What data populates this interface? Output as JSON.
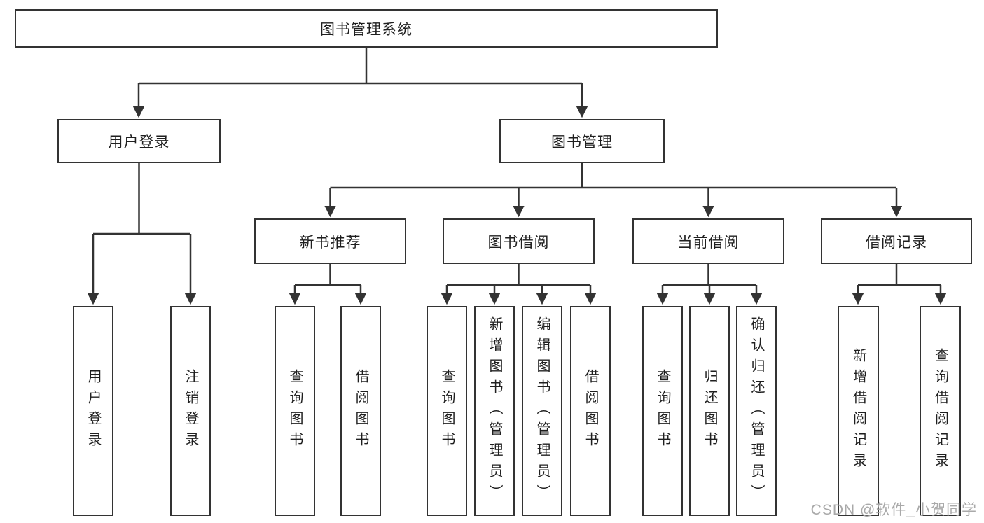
{
  "diagram": {
    "root": {
      "label": "图书管理系统"
    },
    "level2": [
      {
        "label": "用户登录"
      },
      {
        "label": "图书管理"
      }
    ],
    "level3": [
      {
        "label": "新书推荐"
      },
      {
        "label": "图书借阅"
      },
      {
        "label": "当前借阅"
      },
      {
        "label": "借阅记录"
      }
    ],
    "leaves": {
      "user_login": [
        "用户登录",
        "注销登录"
      ],
      "new_book": [
        "查询图书",
        "借阅图书"
      ],
      "book_borrow": [
        "查询图书",
        "新增图书（管理员）",
        "编辑图书（管理员）",
        "借阅图书"
      ],
      "current_borrow": [
        "查询图书",
        "归还图书",
        "确认归还（管理员）"
      ],
      "borrow_record": [
        "新增借阅记录",
        "查询借阅记录"
      ]
    },
    "colors": {
      "line": "#333333",
      "border": "#333333",
      "text": "#1f1f1f",
      "background": "#ffffff",
      "watermark": "#a9a9a9"
    }
  },
  "watermark": {
    "text": "CSDN @软件_小贺同学"
  }
}
